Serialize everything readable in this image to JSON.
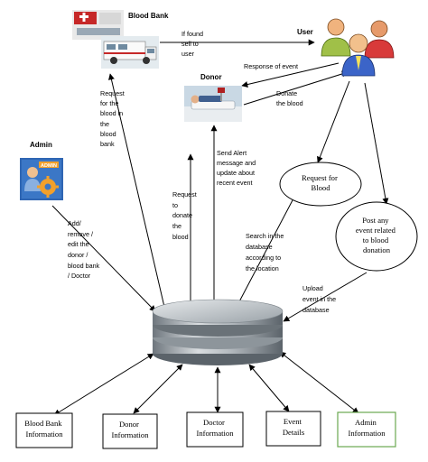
{
  "nodes": {
    "blood_bank": "Blood Bank",
    "user": "User",
    "donor": "Donor",
    "admin": "Admin",
    "admin_badge": "ADMIN",
    "request_blood": [
      "Request for",
      "Blood"
    ],
    "post_event": [
      "Post any",
      "event related",
      "to blood",
      "donation"
    ]
  },
  "edges": {
    "if_found": [
      "If found",
      "sell to",
      "user"
    ],
    "response": [
      "Response of event"
    ],
    "donate": [
      "Donate",
      "the blood"
    ],
    "request_bank": [
      "Request",
      "for the",
      "blood in",
      "the",
      "blood",
      "bank"
    ],
    "send_alert": [
      "Send Alert",
      "message and",
      "update about",
      "recent event"
    ],
    "request_donate": [
      "Request",
      "to",
      "donate",
      "the",
      "blood"
    ],
    "admin_ops": [
      "Add/",
      "remove /",
      "edit the",
      "donor /",
      "blood bank",
      "/ Doctor"
    ],
    "search": [
      "Search in the",
      "database",
      "according to",
      "the location"
    ],
    "upload": [
      "Upload",
      "event in the",
      "database"
    ]
  },
  "tables": [
    [
      "Blood Bank",
      "Information"
    ],
    [
      "Donor",
      "Information"
    ],
    [
      "Doctor",
      "Information"
    ],
    [
      "Event",
      "Details"
    ],
    [
      "Admin",
      "Information"
    ]
  ],
  "colors": {
    "arrow": "#000000",
    "table_border": "#000000",
    "admin_info_border": "#6aa84f",
    "disk": "#a9b1b8"
  },
  "icons": [
    "blood-bank-photo-icon",
    "users-group-icon",
    "donor-photo-icon",
    "admin-gear-icon",
    "database-icon"
  ]
}
